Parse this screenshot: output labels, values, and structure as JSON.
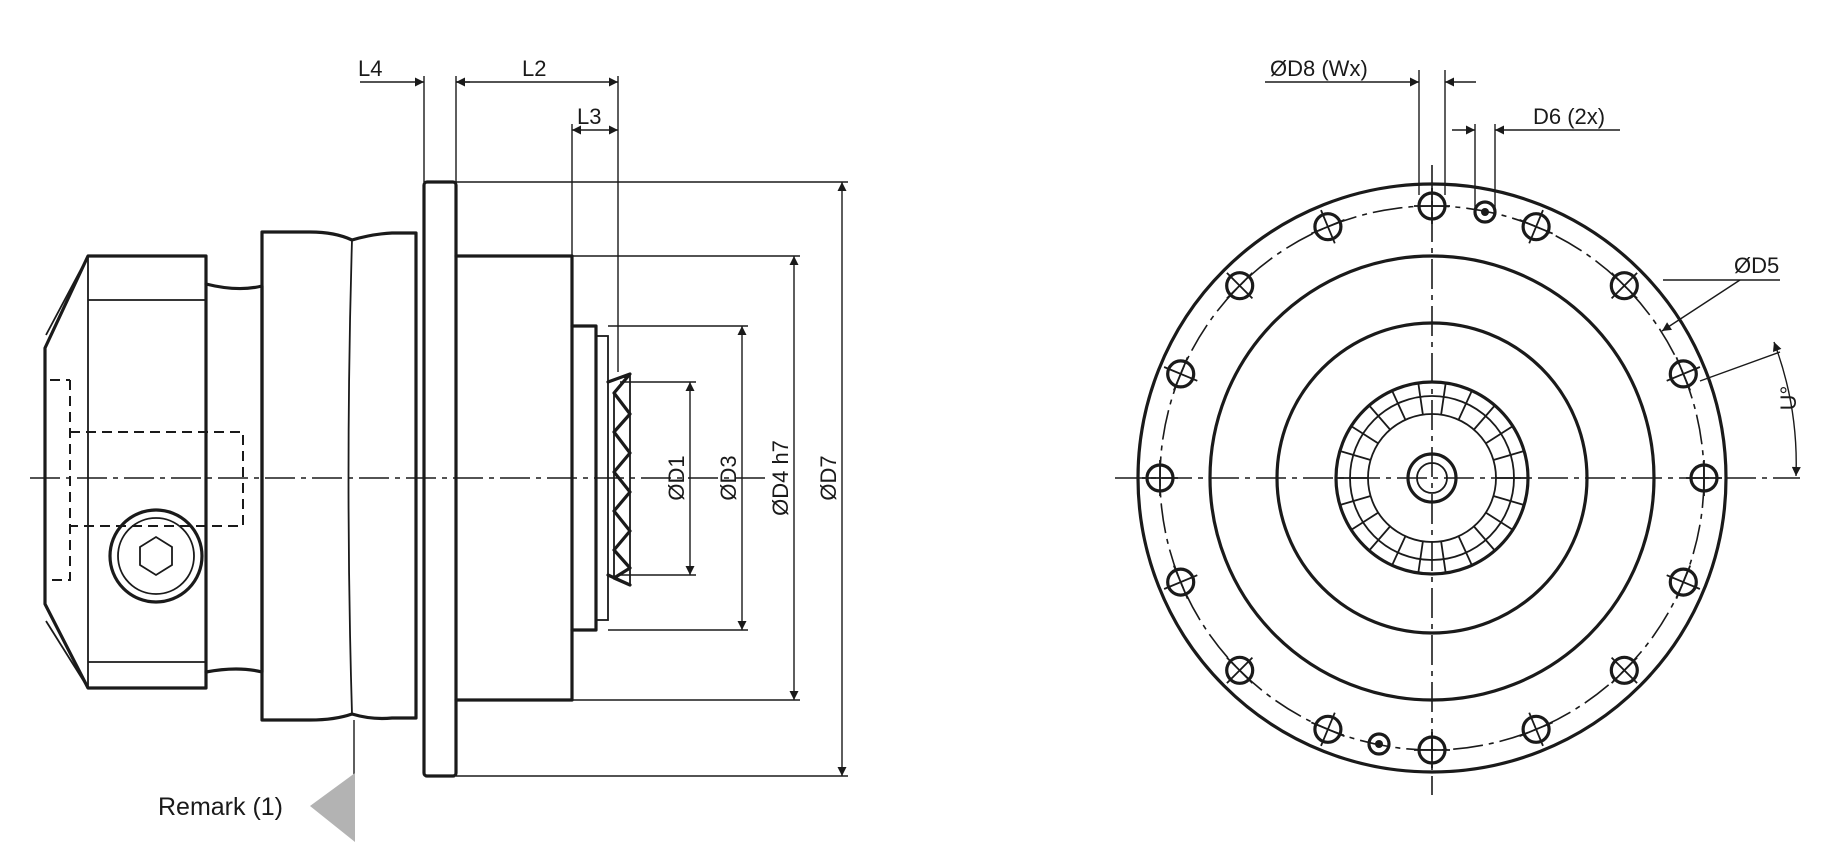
{
  "labels": {
    "l4": "L4",
    "l2": "L2",
    "l3": "L3",
    "d1": "ØD1",
    "d3": "ØD3",
    "d4": "ØD4 h7",
    "d7": "ØD7",
    "remark": "Remark (1)",
    "d8": "ØD8 (Wx)",
    "d6": "D6 (2x)",
    "d5": "ØD5",
    "u": "U°"
  }
}
